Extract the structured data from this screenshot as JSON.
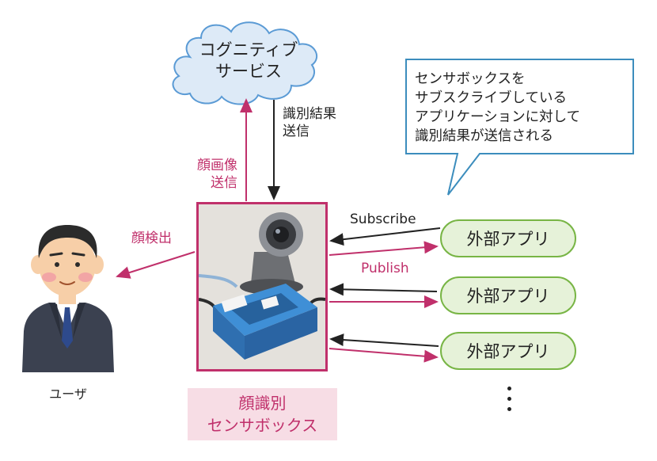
{
  "cloud": {
    "line1": "コグニティブ",
    "line2": "サービス"
  },
  "callout": {
    "lines": [
      "センサボックスを",
      "サブスクライブしている",
      "アプリケーションに対して",
      "識別結果が送信される"
    ]
  },
  "labels": {
    "result_line1": "識別結果",
    "result_line2": "送信",
    "face_image_line1": "顔画像",
    "face_image_line2": "送信",
    "face_detect": "顔検出",
    "subscribe": "Subscribe",
    "publish": "Publish"
  },
  "apps": [
    {
      "label": "外部アプリ"
    },
    {
      "label": "外部アプリ"
    },
    {
      "label": "外部アプリ"
    }
  ],
  "sensor_box": {
    "line1": "顔識別",
    "line2": "センサボックス"
  },
  "user": {
    "caption": "ユーザ"
  },
  "colors": {
    "pink": "#c0306b",
    "green": "#78b545",
    "green_fill": "#e6f2d9",
    "cloud_border": "#5b9bd5",
    "cloud_fill": "#ddeaf7",
    "callout_border": "#3c8dbd",
    "label_fill": "#f7dde5"
  }
}
